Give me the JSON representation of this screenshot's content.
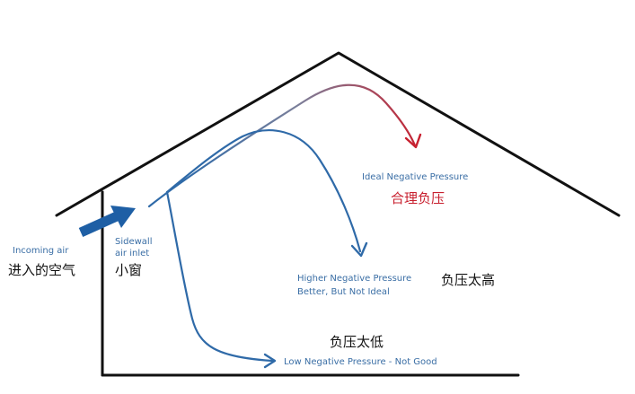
{
  "labels": {
    "incoming_air_en": "Incoming air",
    "incoming_air_cn": "进入的空气",
    "sidewall_en_line1": "Sidewall",
    "sidewall_en_line2": "air inlet",
    "sidewall_cn": "小窗",
    "ideal_en": "Ideal Negative Pressure",
    "ideal_cn": "合理负压",
    "higher_en_line1": "Higher Negative Pressure",
    "higher_en_line2": "Better, But Not Ideal",
    "higher_cn": "负压太高",
    "low_en": "Low Negative Pressure - Not Good",
    "low_cn": "负压太低"
  },
  "colors": {
    "structure": "#111111",
    "airflow_blue": "#2f6aa8",
    "inlet_arrow": "#1e5fa5",
    "ideal_red": "#c8202f",
    "label_blue": "#3a6ea5",
    "label_cn": "#111111"
  }
}
